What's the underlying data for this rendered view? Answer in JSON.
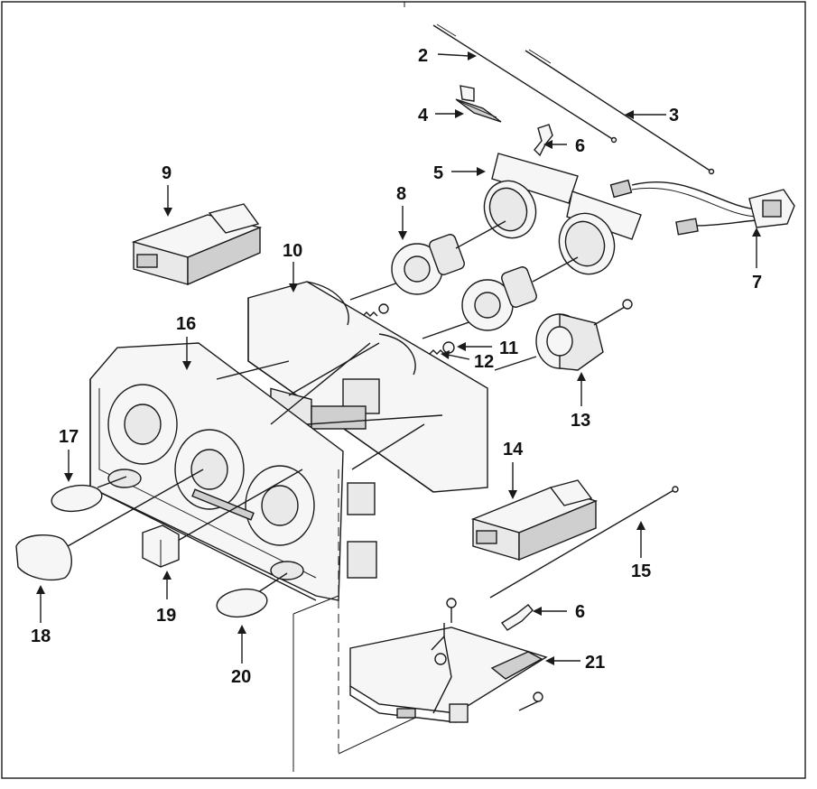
{
  "diagram": {
    "callouts": [
      {
        "id": "c2",
        "text": "2"
      },
      {
        "id": "c3",
        "text": "3"
      },
      {
        "id": "c4",
        "text": "4"
      },
      {
        "id": "c5",
        "text": "5"
      },
      {
        "id": "c6a",
        "text": "6"
      },
      {
        "id": "c6b",
        "text": "6"
      },
      {
        "id": "c7",
        "text": "7"
      },
      {
        "id": "c8",
        "text": "8"
      },
      {
        "id": "c9",
        "text": "9"
      },
      {
        "id": "c10",
        "text": "10"
      },
      {
        "id": "c11",
        "text": "11"
      },
      {
        "id": "c12",
        "text": "12"
      },
      {
        "id": "c13",
        "text": "13"
      },
      {
        "id": "c14",
        "text": "14"
      },
      {
        "id": "c15",
        "text": "15"
      },
      {
        "id": "c16",
        "text": "16"
      },
      {
        "id": "c17",
        "text": "17"
      },
      {
        "id": "c18",
        "text": "18"
      },
      {
        "id": "c19",
        "text": "19"
      },
      {
        "id": "c20",
        "text": "20"
      },
      {
        "id": "c21",
        "text": "21"
      }
    ]
  }
}
